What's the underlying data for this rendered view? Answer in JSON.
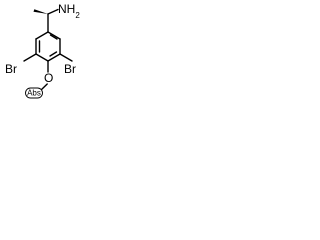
{
  "structure": {
    "labels": {
      "amine": "NH2",
      "amine_main": "NH",
      "amine_sub": "2",
      "bromo_left": "Br",
      "bromo_right": "Br",
      "oxygen": "O",
      "stereo_flag": "Abs"
    },
    "colors": {
      "bond": "#000000",
      "text": "#000000",
      "background": "#ffffff"
    }
  }
}
